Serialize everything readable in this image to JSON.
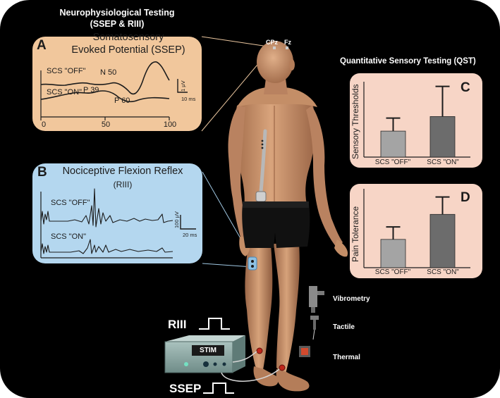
{
  "neuro": {
    "title_line1": "Neurophysiological Testing",
    "title_line2": "(SSEP & RIII)",
    "electrode_cpz": "CPz",
    "electrode_fz": "Fz"
  },
  "panel_a": {
    "letter": "A",
    "title_line1": "Somatosensory",
    "title_line2": "Evoked Potential (SSEP)",
    "label_off": "SCS \"OFF\"",
    "label_on": "SCS \"ON\"",
    "n50": "N 50",
    "p39": "P 39",
    "p60": "P 60",
    "scale_amp": "1 μV",
    "scale_time": "10 ms",
    "x_ticks": [
      "0",
      "50",
      "100"
    ]
  },
  "panel_b": {
    "letter": "B",
    "title_line1": "Nociceptive Flexion Reflex",
    "title_line2": "(RIII)",
    "label_off": "SCS \"OFF\"",
    "label_on": "SCS \"ON\"",
    "scale_amp": "100 μV",
    "scale_time": "20 ms"
  },
  "qst": {
    "title": "Quantitative Sensory Testing (QST)"
  },
  "panel_c": {
    "letter": "C",
    "ylabel": "Sensory Thresholds"
  },
  "panel_d": {
    "letter": "D",
    "ylabel": "Pain Tolerance"
  },
  "chart_data": [
    {
      "type": "bar",
      "panel": "C",
      "ylabel": "Sensory Thresholds",
      "categories": [
        "SCS \"OFF\"",
        "SCS \"ON\""
      ],
      "values": [
        0.5,
        0.78
      ],
      "errors": [
        0.25,
        0.58
      ],
      "colors": [
        "#a4a4a4",
        "#6c6c6c"
      ],
      "ylim": [
        0,
        1.45
      ],
      "grid": false
    },
    {
      "type": "bar",
      "panel": "D",
      "ylabel": "Pain Tolerance",
      "categories": [
        "SCS \"OFF\"",
        "SCS \"ON\""
      ],
      "values": [
        0.52,
        0.98
      ],
      "errors": [
        0.23,
        0.32
      ],
      "colors": [
        "#a4a4a4",
        "#6c6c6c"
      ],
      "ylim": [
        0,
        1.45
      ],
      "grid": false
    }
  ],
  "stimuli": {
    "vibrometry": "Vibrometry",
    "tactile": "Tactile",
    "thermal": "Thermal"
  },
  "stim": {
    "riii_label": "RIII",
    "ssep_label": "SSEP",
    "device_label": "STIM"
  },
  "colors": {
    "panel_a_bg": "#f1c79c",
    "panel_b_bg": "#b4d7ef",
    "qst_panel_bg": "#f7d5c6",
    "skin": "#d09a72",
    "shorts": "#111111",
    "device": "#8aa4a0",
    "electrode": "#c0271b"
  }
}
